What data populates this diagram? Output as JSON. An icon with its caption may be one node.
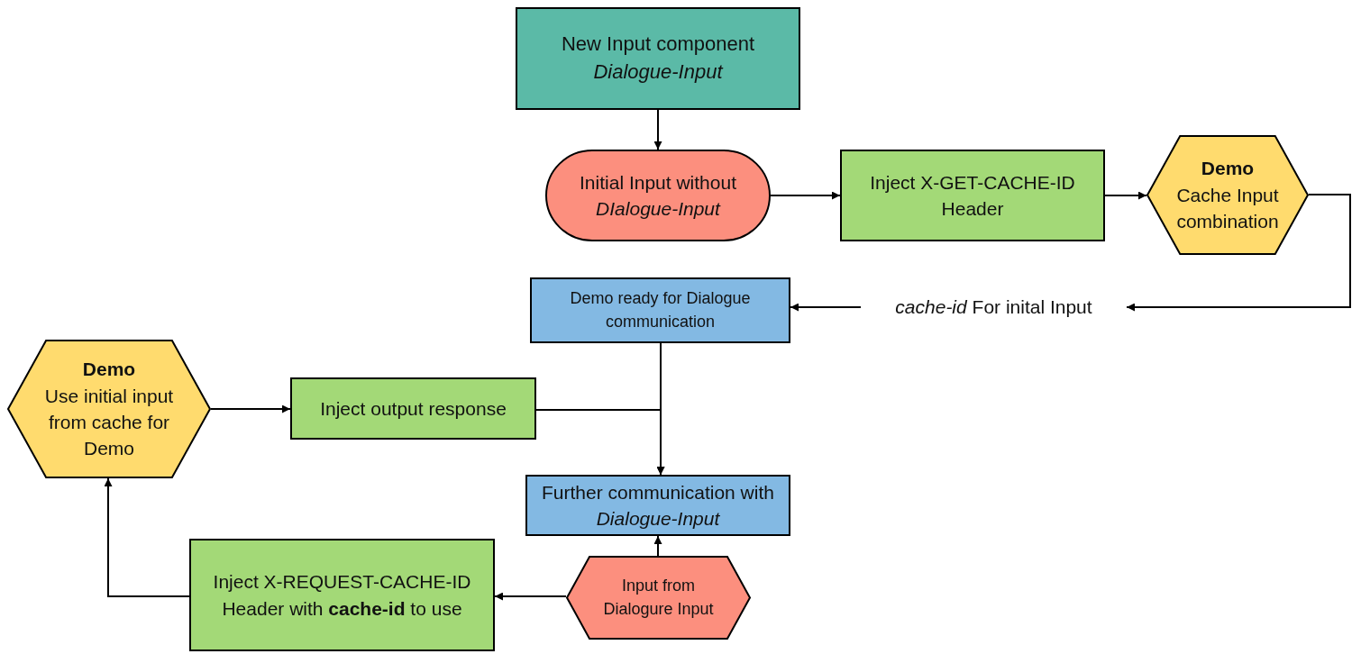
{
  "diagram": {
    "nodes": [
      {
        "text": [
          "New Input component *Dialogue-Input*"
        ]
      },
      {
        "text": [
          "Initial Input without *DIalogue-Input*"
        ]
      },
      {
        "text": [
          "Inject X-GET-CACHE-ID Header"
        ]
      },
      {
        "text": [
          "Demo",
          "Cache Input combination"
        ]
      },
      {
        "text": [
          "*cache-id* For inital Input"
        ]
      },
      {
        "text": [
          "Demo ready for Dialogue communication"
        ]
      },
      {
        "text": [
          "Demo",
          "Use initial input from cache for Demo"
        ]
      },
      {
        "text": [
          "Inject output response"
        ]
      },
      {
        "text": [
          "Further communication with *Dialogue-Input*"
        ]
      },
      {
        "text": [
          "Input from Dialogure Input"
        ]
      },
      {
        "text": [
          "Inject X-REQUEST-CACHE-ID Header with **cache-id** to use"
        ]
      }
    ],
    "edges": [
      {
        "from": 0,
        "to": 1,
        "arrow": "to"
      },
      {
        "from": 1,
        "to": 2,
        "arrow": "to"
      },
      {
        "from": 2,
        "to": 3,
        "arrow": "to"
      },
      {
        "from": 3,
        "to": 4,
        "arrow": "to"
      },
      {
        "from": 4,
        "to": 5,
        "arrow": "to"
      },
      {
        "from": 5,
        "to": 8,
        "arrow": "to"
      },
      {
        "from": 6,
        "to": 7,
        "arrow": "to"
      },
      {
        "from": 7,
        "to": 8,
        "arrow": "to"
      },
      {
        "from": 9,
        "to": 8,
        "arrow": "to"
      },
      {
        "from": 9,
        "to": 10,
        "arrow": "to"
      },
      {
        "from": 10,
        "to": 6,
        "arrow": "to"
      }
    ]
  }
}
